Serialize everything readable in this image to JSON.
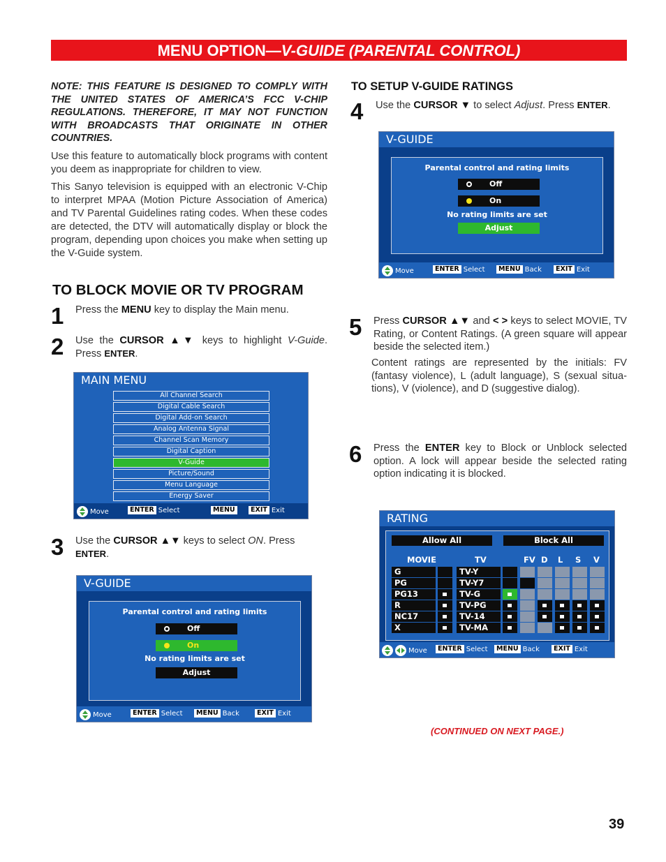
{
  "banner": {
    "prefix": "MENU OPTION—",
    "italic": "V-GUIDE  (PARENTAL CONTROL)"
  },
  "note": "NOTE:  THIS FEATURE IS DESIGNED TO COMPLY WITH THE UNITED STATES OF AMERICA’S FCC V-CHIP REGULATIONS. THEREFORE, IT MAY NOT FUNCTION WITH BROADCASTS THAT ORIGINATE IN OTHER COUNTRIES.",
  "para1": "Use this feature to automatically block programs with content you deem as inappropriate for children to view.",
  "para2": "This Sanyo television is equipped with an electronic V-Chip to interpret MPAA (Motion Picture Association of America) and TV Parental Guidelines rating codes. When these codes are detected, the DTV will automatically display or block the program, depending upon choices you make when setting up the V-Guide system.",
  "left_heading": "TO BLOCK MOVIE OR TV PROGRAM",
  "right_heading": "TO SETUP V-GUIDE RATINGS",
  "steps": {
    "s1": {
      "num": "1",
      "a": "Press the ",
      "b": "MENU",
      "c": " key to display the Main menu."
    },
    "s2": {
      "num": "2",
      "a": "Use the ",
      "b": "CURSOR ▲▼",
      "c": " keys to highlight ",
      "d": "V-Guide",
      "e": ". Press ",
      "f": "ENTER",
      "g": "."
    },
    "s3": {
      "num": "3",
      "a": "Use the ",
      "b": "CURSOR ▲▼",
      "c": " keys to select ",
      "d": "ON",
      "e": ". Press ",
      "f": "ENTER",
      "g": "."
    },
    "s4": {
      "num": "4",
      "a": "Use the ",
      "b": "CURSOR ▼",
      "c": " to select ",
      "d": "Adjust",
      "e": ". Press ",
      "f": "ENTER",
      "g": "."
    },
    "s5": {
      "num": "5",
      "a": "Press ",
      "b": "CURSOR ▲▼",
      "c": " and ",
      "d": "< >",
      "e": " keys to select MOVIE, TV Rating, or Content Ratings. (A green square will appear beside the selected item.)"
    },
    "s5b": "Content ratings are represented by the initials: FV (fantasy violence), L (adult language), S (sexual situa-tions), V (violence), and D (suggestive dialog).",
    "s6": {
      "num": "6",
      "a": "Press the ",
      "b": "ENTER",
      "c": " key to Block or Unblock selected option. A lock will appear beside the selected rating option indicating it is blocked."
    }
  },
  "main_menu": {
    "title": "MAIN MENU",
    "items": [
      "All Channel Search",
      "Digital Cable Search",
      "Digital Add-on Search",
      "Analog Antenna Signal",
      "Channel Scan Memory",
      "Digital Caption",
      "V-Guide",
      "Picture/Sound",
      "Menu Language",
      "Energy Saver"
    ]
  },
  "vguide": {
    "title": "V-GUIDE",
    "heading": "Parental control and rating limits",
    "off": "Off",
    "on": "On",
    "status": "No rating limits are set",
    "adjust": "Adjust"
  },
  "footer": {
    "move": "Move",
    "enter": "ENTER",
    "select": "Select",
    "menu": "MENU",
    "back": "Back",
    "exit_key": "EXIT",
    "exit": "Exit"
  },
  "rating": {
    "title": "RATING",
    "allow_all": "Allow All",
    "block_all": "Block All",
    "movie_hdr": "MOVIE",
    "tv_hdr": "TV",
    "content_hdrs": [
      "FV",
      "D",
      "L",
      "S",
      "V"
    ],
    "movie": [
      "G",
      "PG",
      "PG13",
      "R",
      "NC17",
      "X"
    ],
    "tv": [
      "TV-Y",
      "TV-Y7",
      "TV-G",
      "TV-PG",
      "TV-14",
      "TV-MA"
    ]
  },
  "continued": "(CONTINUED ON NEXT PAGE.)",
  "page_number": "39"
}
